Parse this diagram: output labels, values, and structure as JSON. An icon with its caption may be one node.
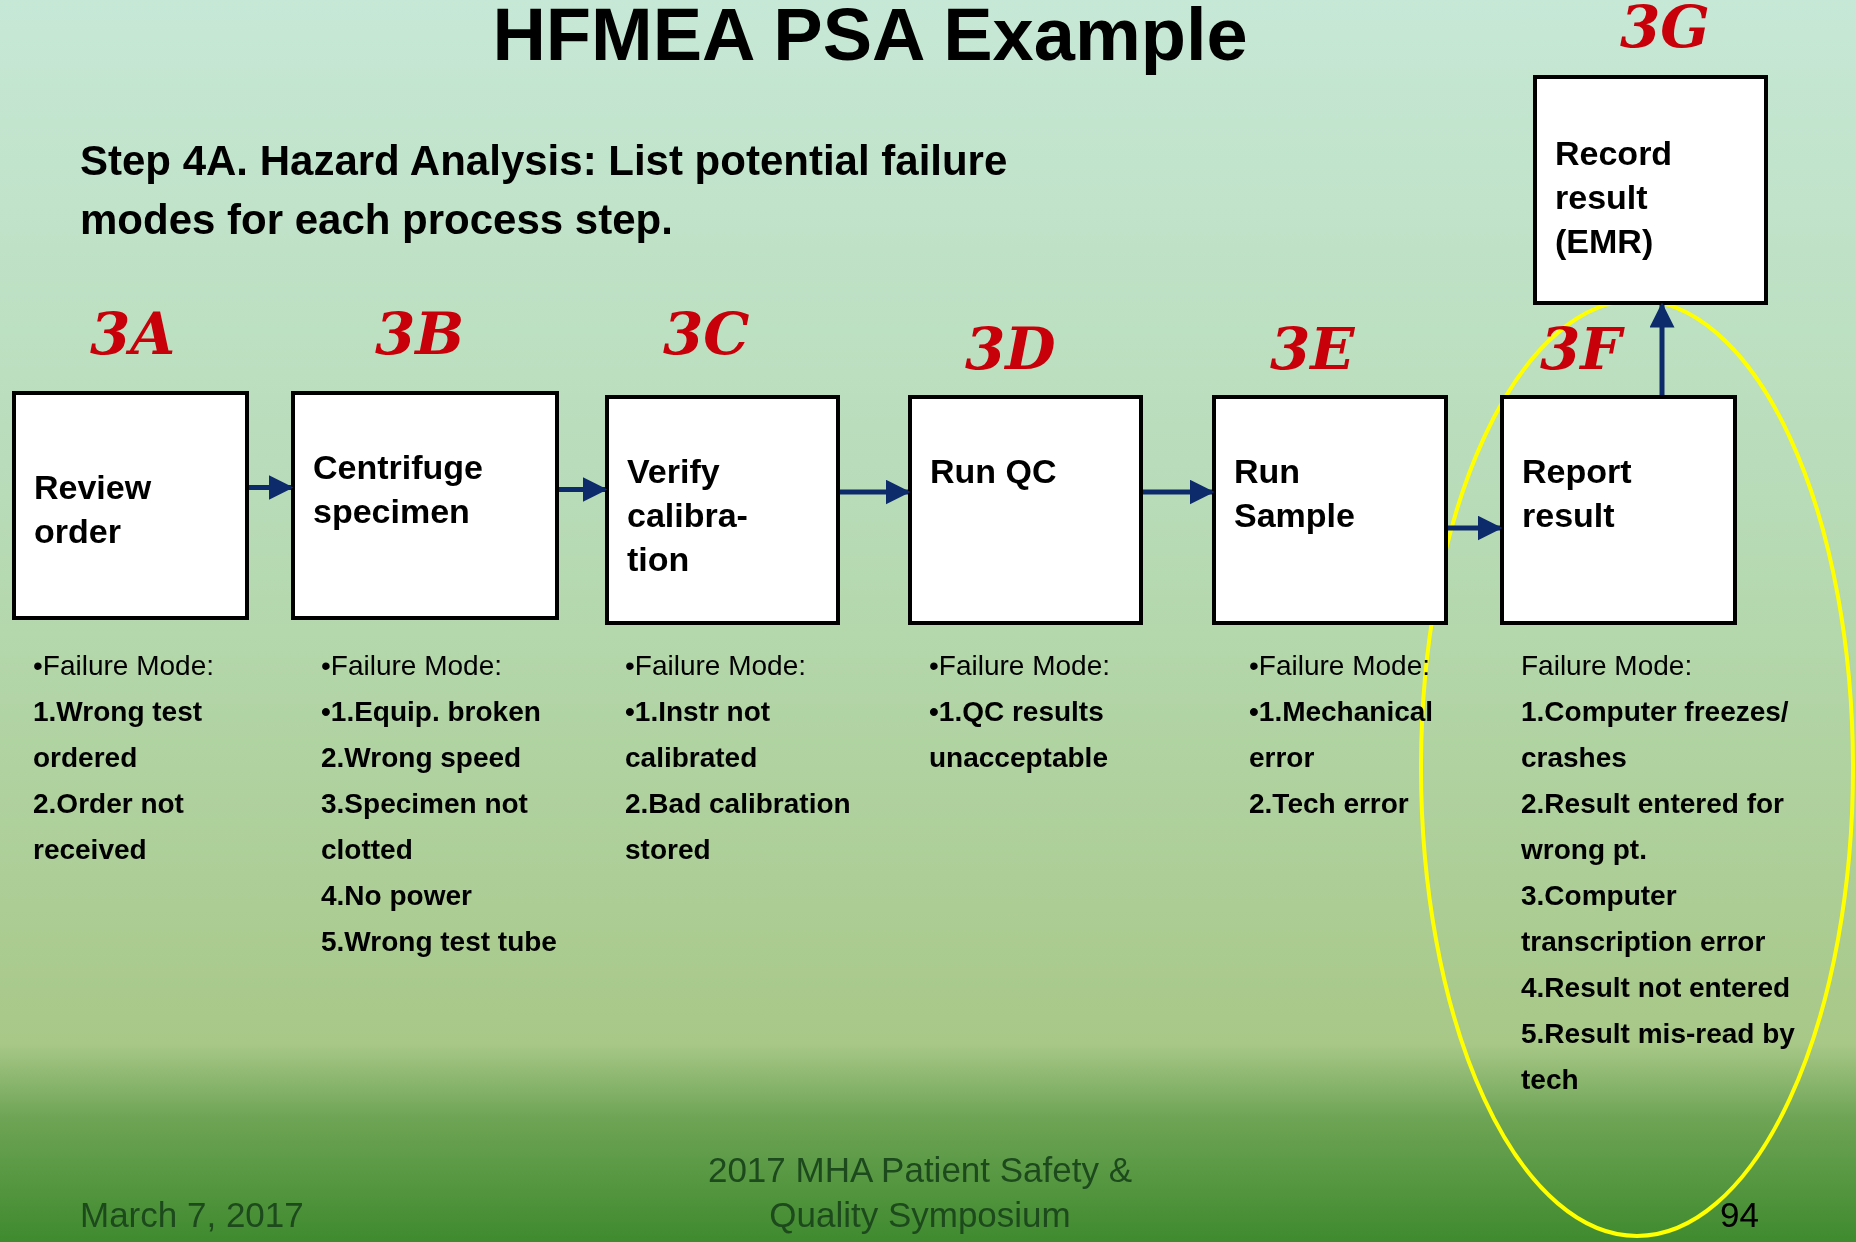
{
  "diagram": {
    "title": "HFMEA PSA Example",
    "nodes": [
      {
        "text": [
          "Review order"
        ],
        "beside": [
          "3A",
          "•Failure Mode:",
          "1.Wrong test ordered",
          "2.Order not received"
        ]
      },
      {
        "text": [
          "Centrifuge specimen"
        ],
        "beside": [
          "3B",
          "•Failure Mode:",
          "•1.Equip. broken",
          "2.Wrong speed",
          "3.Specimen not clotted",
          "4.No power",
          "5.Wrong test tube"
        ]
      },
      {
        "text": [
          "Verify calibra- tion"
        ],
        "beside": [
          "3C",
          "•Failure Mode:",
          "•1.Instr not calibrated",
          "2.Bad calibration stored"
        ]
      },
      {
        "text": [
          "Run QC"
        ],
        "beside": [
          "3D",
          "•Failure Mode:",
          "•1.QC results unacceptable"
        ]
      },
      {
        "text": [
          "Run Sample"
        ],
        "beside": [
          "3E",
          "•Failure Mode:",
          "•1.Mechanical error",
          "2.Tech error"
        ]
      },
      {
        "text": [
          "Report result"
        ],
        "beside": [
          "3F",
          "Failure Mode:",
          "1.Computer freezes/ crashes",
          "2.Result entered for wrong pt.",
          "3.Computer transcription error",
          "4.Result not entered",
          "5.Result mis-read by tech"
        ]
      },
      {
        "text": [
          "Record result (EMR)"
        ],
        "beside": [
          "3G"
        ]
      }
    ],
    "edges": [
      {
        "from": 0,
        "to": 1,
        "arrow": "to"
      },
      {
        "from": 1,
        "to": 2,
        "arrow": "to"
      },
      {
        "from": 2,
        "to": 3,
        "arrow": "to"
      },
      {
        "from": 3,
        "to": 4,
        "arrow": "to"
      },
      {
        "from": 4,
        "to": 5,
        "arrow": "to"
      },
      {
        "from": 5,
        "to": 6,
        "arrow": "to"
      }
    ],
    "labels": [
      "Step 4A. Hazard Analysis: List potential failure modes for each process step.",
      "March 7, 2017",
      "2017 MHA Patient Safety & Quality Symposium",
      "94"
    ]
  }
}
